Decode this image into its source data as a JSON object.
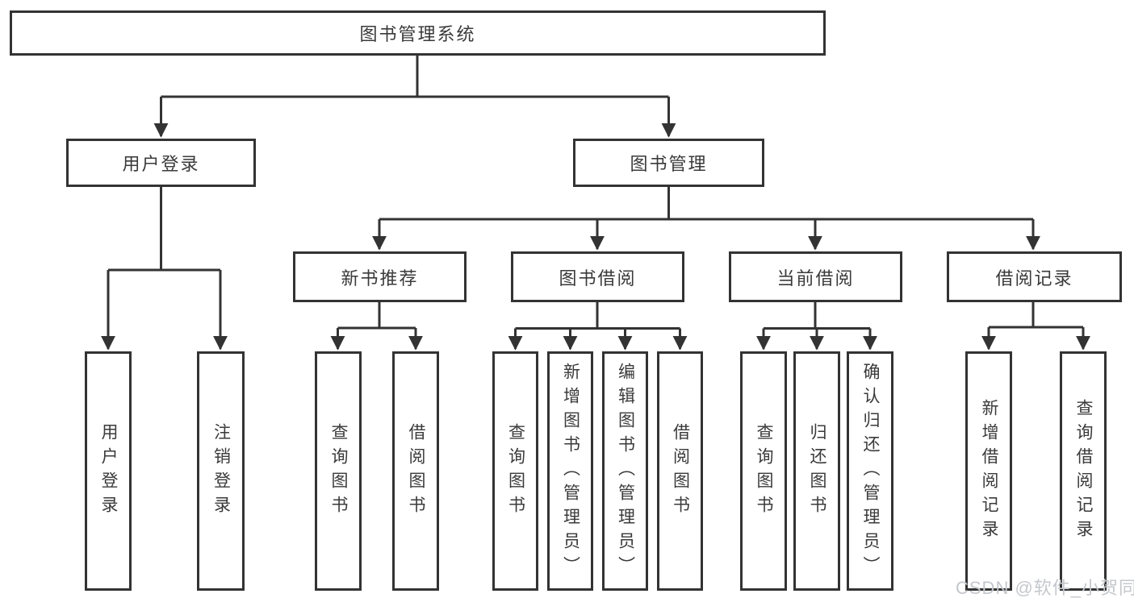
{
  "diagram_type": "hierarchy-tree",
  "tree": {
    "label": "图书管理系统",
    "children": [
      {
        "label": "用户登录",
        "children": [
          {
            "label": "用户登录"
          },
          {
            "label": "注销登录"
          }
        ]
      },
      {
        "label": "图书管理",
        "children": [
          {
            "label": "新书推荐",
            "children": [
              {
                "label": "查询图书"
              },
              {
                "label": "借阅图书"
              }
            ]
          },
          {
            "label": "图书借阅",
            "children": [
              {
                "label": "查询图书"
              },
              {
                "label": "新增图书（管理员）"
              },
              {
                "label": "编辑图书（管理员）"
              },
              {
                "label": "借阅图书"
              }
            ]
          },
          {
            "label": "当前借阅",
            "children": [
              {
                "label": "查询图书"
              },
              {
                "label": "归还图书"
              },
              {
                "label": "确认归还（管理员）"
              }
            ]
          },
          {
            "label": "借阅记录",
            "children": [
              {
                "label": "新增借阅记录"
              },
              {
                "label": "查询借阅记录"
              }
            ]
          }
        ]
      }
    ]
  },
  "watermark": {
    "text": "CSDN @软件_小贺同学"
  },
  "colors": {
    "line": "#333333",
    "box_border": "#333333",
    "box_background": "#ffffff",
    "text": "#3a3a3a",
    "watermark": "#c4c7cc",
    "background": "#ffffff"
  }
}
